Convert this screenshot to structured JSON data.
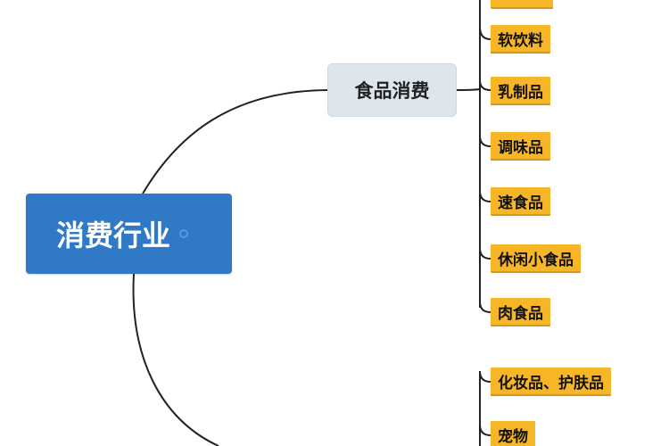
{
  "root": {
    "label": "消费行业"
  },
  "branches": [
    {
      "label": "食品消费"
    }
  ],
  "leaves_food": [
    "软饮料",
    "乳制品",
    "调味品",
    "速食品",
    "休闲小食品",
    "肉食品"
  ],
  "leaves_other": [
    "化妆品、护肤品",
    "宠物"
  ],
  "colors": {
    "root_bg": "#2f79c6",
    "branch_bg": "#dde6ec",
    "leaf_bg": "#f6b628",
    "line": "#222222"
  }
}
